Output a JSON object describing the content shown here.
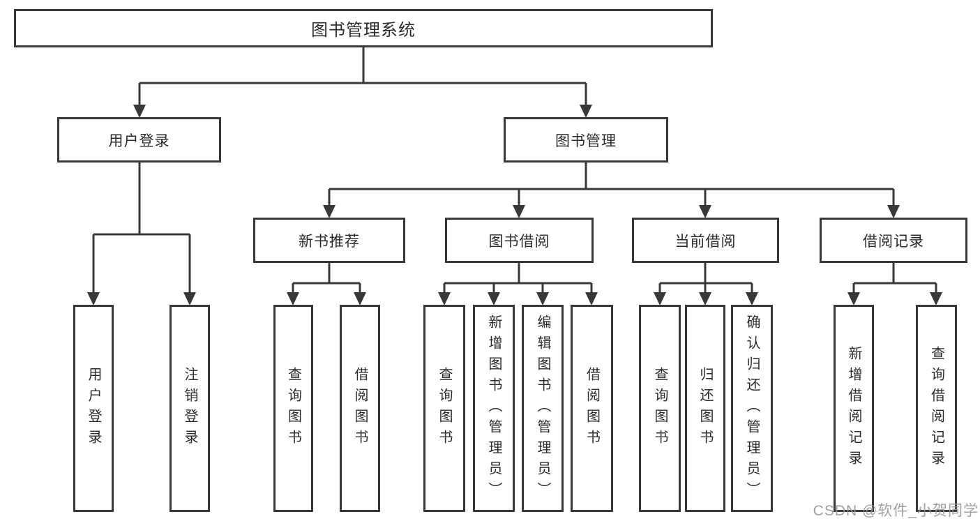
{
  "tree": {
    "root": {
      "label": "图书管理系统"
    },
    "children": [
      {
        "label": "用户登录",
        "children": [
          {
            "label": "用户登录"
          },
          {
            "label": "注销登录"
          }
        ]
      },
      {
        "label": "图书管理",
        "children": [
          {
            "label": "新书推荐",
            "children": [
              {
                "label": "查询图书"
              },
              {
                "label": "借阅图书"
              }
            ]
          },
          {
            "label": "图书借阅",
            "children": [
              {
                "label": "查询图书"
              },
              {
                "label": "新增图书（管理员）"
              },
              {
                "label": "编辑图书（管理员）"
              },
              {
                "label": "借阅图书"
              }
            ]
          },
          {
            "label": "当前借阅",
            "children": [
              {
                "label": "查询图书"
              },
              {
                "label": "归还图书"
              },
              {
                "label": "确认归还（管理员）"
              }
            ]
          },
          {
            "label": "借阅记录",
            "children": [
              {
                "label": "新增借阅记录"
              },
              {
                "label": "查询借阅记录"
              }
            ]
          }
        ]
      }
    ]
  },
  "watermark": {
    "text": "CSDN @软件_小贺同学"
  },
  "colors": {
    "line": "#383838",
    "text": "#2b2b2b",
    "background": "#ffffff",
    "watermark": "#989898"
  }
}
